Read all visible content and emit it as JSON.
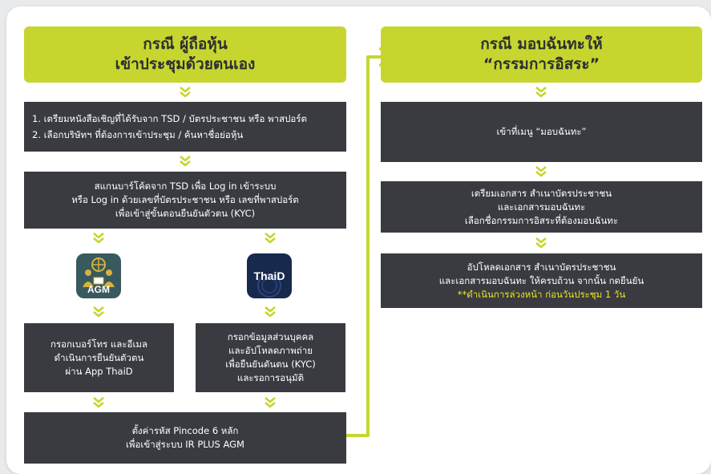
{
  "left": {
    "header": [
      "กรณี ผู้ถือหุ้น",
      "เข้าประชุมด้วยตนเอง"
    ],
    "step1": [
      "1. เตรียมหนังสือเชิญที่ได้รับจาก TSD / บัตรประชาชน หรือ พาสปอร์ต",
      "2. เลือกบริษัทฯ ที่ต้องการเข้าประชุม / ค้นหาชื่อย่อหุ้น"
    ],
    "step2": [
      "สแกนบาร์โค้ดจาก TSD เพื่อ Log in เข้าระบบ",
      "หรือ Log in ด้วยเลขที่บัตรประชาชน หรือ เลขที่พาสปอร์ต",
      "เพื่อเข้าสู่ขั้นตอนยืนยันตัวตน (KYC)"
    ],
    "agm_app_label": "AGM",
    "thaid_app_label": "ThaiD",
    "agm_step": [
      "กรอกเบอร์โทร และอีเมล",
      "ดำเนินการยืนยันตัวตน",
      "ผ่าน App ThaiD"
    ],
    "thaid_step": [
      "กรอกข้อมูลส่วนบุคคล",
      "และอัปโหลดภาพถ่าย",
      "เพื่อยืนยันตันตน (KYC)",
      "และรอการอนุมัติ"
    ],
    "final_step": [
      "ตั้งค่ารหัส Pincode 6 หลัก",
      "เพื่อเข้าสู่ระบบ IR PLUS AGM"
    ]
  },
  "right": {
    "header": [
      "กรณี มอบฉันทะให้",
      "“กรรมการอิสระ”"
    ],
    "step1": [
      "เข้าที่เมนู “มอบฉันทะ”"
    ],
    "step2": [
      "เตรียมเอกสาร สำเนาบัตรประชาชน",
      "และเอกสารมอบฉันทะ",
      "เลือกชื่อกรรมการอิสระที่ต้องมอบฉันทะ"
    ],
    "step3": [
      "อัปโหลดเอกสาร สำเนาบัตรประชาชน",
      "และเอกสารมอบฉันทะ ให้ครบถ้วน จากนั้น กดยืนยัน"
    ],
    "step3_note": "**ดำเนินการล่วงหน้า ก่อนวันประชุม 1 วัน"
  },
  "colors": {
    "accent": "#c6d62e",
    "box": "#3a3b40",
    "note": "#e6e820",
    "agm_icon": "#38595e",
    "thaid_icon": "#17294c"
  }
}
